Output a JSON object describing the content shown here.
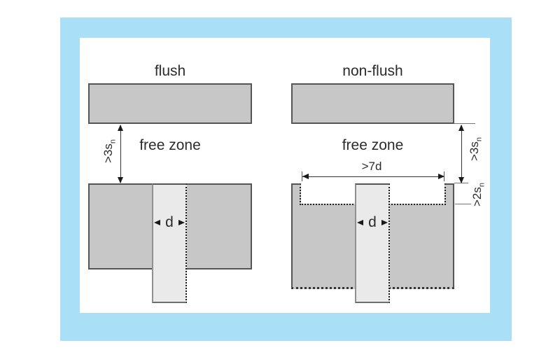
{
  "colors": {
    "frame-blue": "#A9DFF7",
    "material-gray": "#C7C7C7",
    "sensor-gray": "#EAEAEA",
    "outline-gray": "#555555",
    "ink": "#2B2B2B"
  },
  "flush_diagram": {
    "title": "flush",
    "free_zone_label": "free zone",
    "clearance_dim": {
      "text": ">3s",
      "subscript": "n"
    },
    "diameter_dim": "d"
  },
  "nonflush_diagram": {
    "title": "non-flush",
    "free_zone_label": "free zone",
    "clearance_dim": {
      "text": ">3s",
      "subscript": "n"
    },
    "recess_depth_dim": {
      "text": ">2s",
      "subscript": "n"
    },
    "recess_width_dim": ">7d",
    "diameter_dim": "d"
  }
}
